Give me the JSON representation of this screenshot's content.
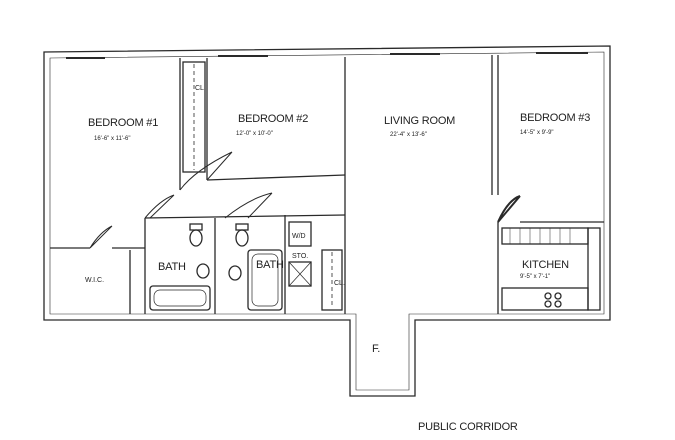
{
  "rooms": {
    "bedroom1": {
      "name": "BEDROOM #1",
      "dims": "16'-6\" x 11'-6\""
    },
    "bedroom2": {
      "name": "BEDROOM #2",
      "dims": "12'-0\" x 10'-0\""
    },
    "living": {
      "name": "LIVING ROOM",
      "dims": "22'-4\" x 13'-6\""
    },
    "bedroom3": {
      "name": "BEDROOM #3",
      "dims": "14'-5\" x 9'-9\""
    },
    "kitchen": {
      "name": "KITCHEN",
      "dims": "9'-5\" x 7'-1\""
    },
    "bath1": {
      "name": "BATH"
    },
    "bath2": {
      "name": "BATH"
    },
    "wic": {
      "name": "W.I.C."
    },
    "foyer": {
      "name": "F."
    }
  },
  "fixtures": {
    "closet": "CL.",
    "closet2": "CL.",
    "washer_dryer": "W/D",
    "storage": "STO."
  },
  "corridor": "PUBLIC CORRIDOR",
  "colors": {
    "line": "#2a2a2a",
    "background": "#ffffff"
  }
}
